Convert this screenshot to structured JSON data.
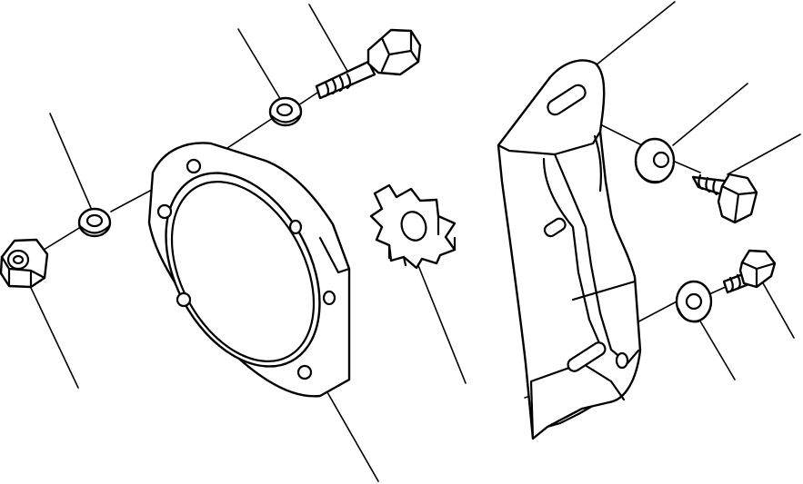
{
  "diagram": {
    "style": "exploded-parts-line-drawing",
    "colors": {
      "background": "#ffffff",
      "ink": "#000000"
    },
    "parts": [
      {
        "name": "hex-nut"
      },
      {
        "name": "lock-washer-left"
      },
      {
        "name": "gasket-plate"
      },
      {
        "name": "lock-washer-top"
      },
      {
        "name": "bolt-top"
      },
      {
        "name": "star-coupling"
      },
      {
        "name": "mounting-bracket"
      },
      {
        "name": "flat-washer-upper"
      },
      {
        "name": "bolt-right-upper"
      },
      {
        "name": "flat-washer-lower"
      },
      {
        "name": "bolt-right-lower"
      }
    ]
  }
}
